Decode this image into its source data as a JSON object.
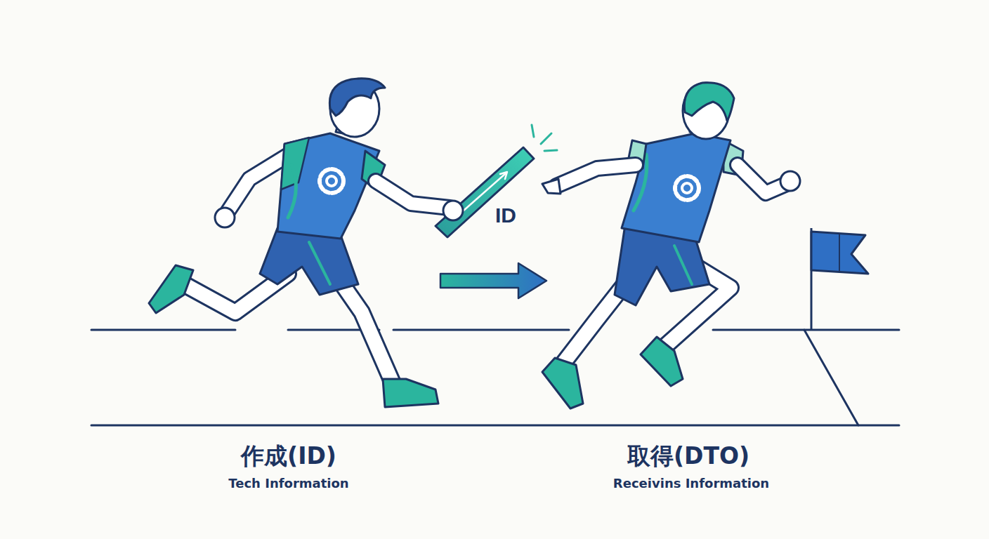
{
  "diagram": {
    "labels": [
      "ID",
      "作成(ID)",
      "Tech Information",
      "取得(DTO)",
      "Receivins Information"
    ]
  }
}
